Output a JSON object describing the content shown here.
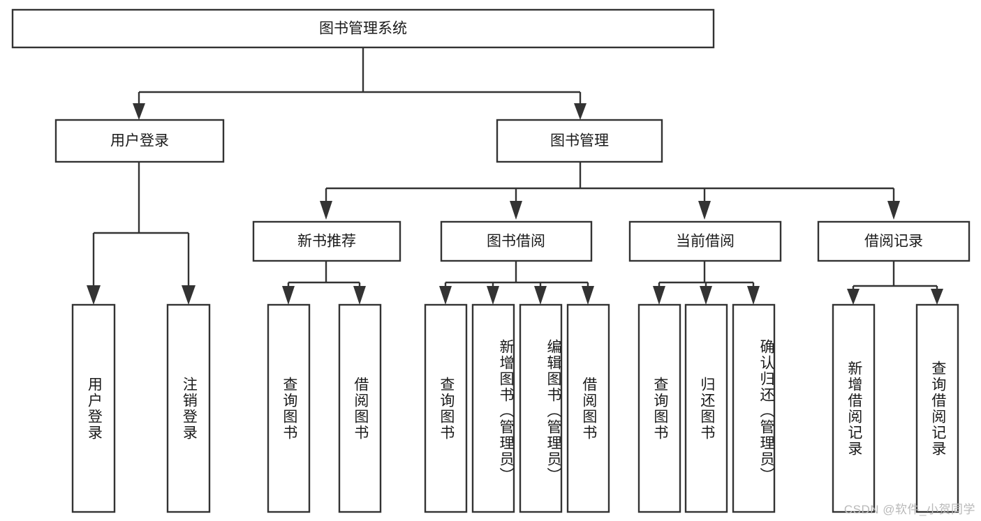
{
  "diagram": {
    "type": "tree-hierarchy-chart",
    "title": "图书管理系统",
    "background_color": "#ffffff",
    "line_color": "#333333",
    "box_fill": "#ffffff",
    "root": {
      "id": "root",
      "label": "图书管理系统",
      "orientation": "horizontal"
    },
    "level2": [
      {
        "id": "user-login",
        "label": "用户登录",
        "orientation": "horizontal"
      },
      {
        "id": "book-manage",
        "label": "图书管理",
        "orientation": "horizontal"
      }
    ],
    "level3": [
      {
        "id": "new-book-recommend",
        "label": "新书推荐",
        "orientation": "horizontal",
        "parent": "book-manage"
      },
      {
        "id": "book-borrow",
        "label": "图书借阅",
        "orientation": "horizontal",
        "parent": "book-manage"
      },
      {
        "id": "current-borrow",
        "label": "当前借阅",
        "orientation": "horizontal",
        "parent": "book-manage"
      },
      {
        "id": "borrow-record",
        "label": "借阅记录",
        "orientation": "horizontal",
        "parent": "book-manage"
      }
    ],
    "leaves": {
      "user_login": [
        {
          "id": "leaf-user-login",
          "label": "用户登录"
        },
        {
          "id": "leaf-user-logout",
          "label": "注销登录"
        }
      ],
      "new_book_recommend": [
        {
          "id": "leaf-query-book-1",
          "label": "查询图书"
        },
        {
          "id": "leaf-borrow-book-1",
          "label": "借阅图书"
        }
      ],
      "book_borrow": [
        {
          "id": "leaf-query-book-2",
          "label": "查询图书"
        },
        {
          "id": "leaf-add-book",
          "label": "新增图书（管理员）"
        },
        {
          "id": "leaf-edit-book",
          "label": "编辑图书（管理员）"
        },
        {
          "id": "leaf-borrow-book-2",
          "label": "借阅图书"
        }
      ],
      "current_borrow": [
        {
          "id": "leaf-query-book-3",
          "label": "查询图书"
        },
        {
          "id": "leaf-return-book",
          "label": "归还图书"
        },
        {
          "id": "leaf-confirm-return",
          "label": "确认归还（管理员）"
        }
      ],
      "borrow_record": [
        {
          "id": "leaf-add-record",
          "label": "新增借阅记录"
        },
        {
          "id": "leaf-query-record",
          "label": "查询借阅记录"
        }
      ]
    }
  },
  "watermark": {
    "text": "CSDN @软件_小贺同学"
  }
}
